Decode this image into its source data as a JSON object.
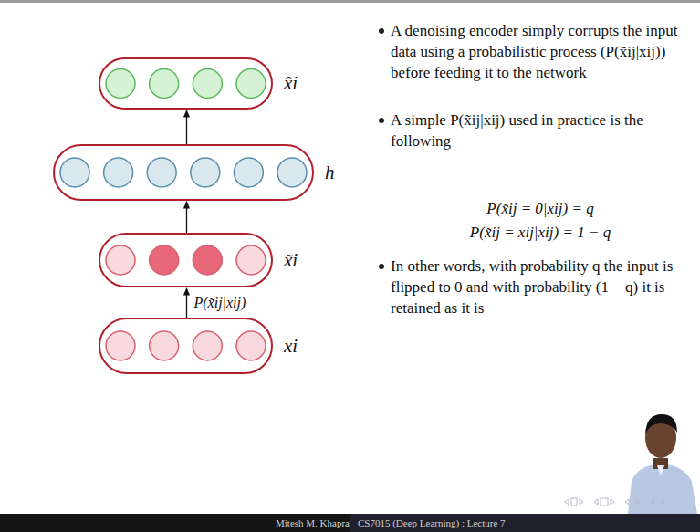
{
  "diagram": {
    "nodes": [
      {
        "text": [
          "x̂i"
        ]
      },
      {
        "text": [
          "h"
        ]
      },
      {
        "text": [
          "x̃i"
        ]
      },
      {
        "text": [
          "xi"
        ]
      }
    ],
    "edges": [
      {
        "from": 3,
        "to": 2,
        "arrow": "to",
        "label": "P(x̃ij|xij)"
      },
      {
        "from": 2,
        "to": 1,
        "arrow": "to"
      },
      {
        "from": 1,
        "to": 0,
        "arrow": "to"
      }
    ],
    "labels": [
      "A denoising encoder simply corrupts the input data using a probabilistic process (P(x̃ij|xij)) before feeding it to the network",
      "A simple P(x̃ij|xij) used in practice is the following",
      "P(x̃ij = 0|xij) = q",
      "P(x̃ij = xij|xij) = 1 − q",
      "In other words, with probability q the input is flipped to 0 and with probability (1 − q) it is retained as it is",
      "Mitesh M. Khapra",
      "CS7015 (Deep Learning) : Lecture 7"
    ]
  }
}
